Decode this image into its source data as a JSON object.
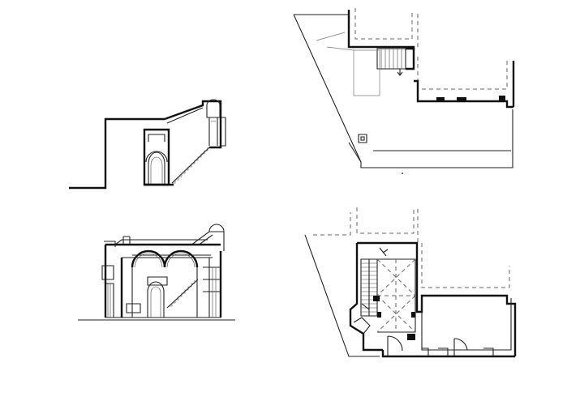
{
  "drawing_sheet": {
    "views": [
      {
        "id": "section-upper",
        "kind": "section"
      },
      {
        "id": "section-lower",
        "kind": "section"
      },
      {
        "id": "plan-upper",
        "kind": "plan"
      },
      {
        "id": "plan-lower",
        "kind": "plan"
      }
    ],
    "colors": {
      "ink": "#111111",
      "paper": "#ffffff",
      "hidden_line": "#666666"
    }
  }
}
